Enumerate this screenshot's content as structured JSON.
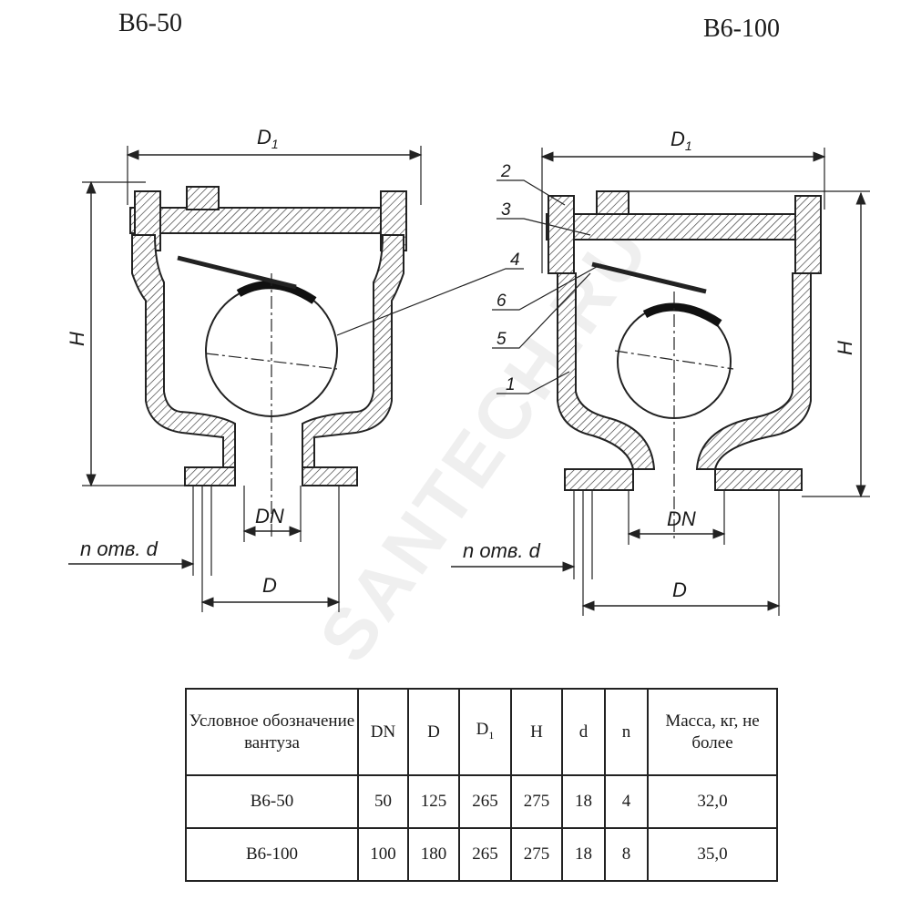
{
  "titles": {
    "left": "B6-50",
    "right": "B6-100"
  },
  "labels": {
    "D1": "D",
    "D1_sub": "1",
    "H": "H",
    "DN": "DN",
    "D": "D",
    "holes": "n отв. d"
  },
  "callouts": [
    "2",
    "3",
    "4",
    "6",
    "5",
    "1"
  ],
  "watermark": "SANTECH.RU",
  "table": {
    "headers": {
      "designation": "Условное обозначение вантуза",
      "dn": "DN",
      "d_outer": "D",
      "d1": "D",
      "d1_sub": "1",
      "h": "H",
      "d": "d",
      "n": "n",
      "mass": "Масса, кг, не более"
    },
    "rows": [
      {
        "designation": "B6-50",
        "dn": "50",
        "d_outer": "125",
        "d1": "265",
        "h": "275",
        "d": "18",
        "n": "4",
        "mass": "32,0"
      },
      {
        "designation": "B6-100",
        "dn": "100",
        "d_outer": "180",
        "d1": "265",
        "h": "275",
        "d": "18",
        "n": "8",
        "mass": "35,0"
      }
    ]
  }
}
